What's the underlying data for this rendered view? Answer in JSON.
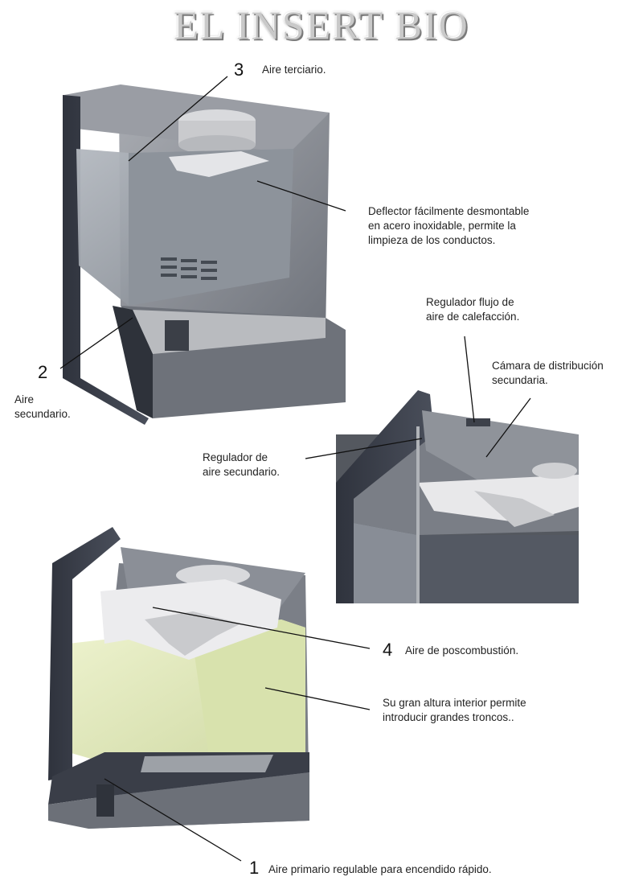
{
  "title": "EL INSERT BIO",
  "callouts": {
    "n3": "3",
    "aire_terciario": "Aire terciario.",
    "deflector_l1": "Deflector fácilmente desmontable",
    "deflector_l2": "en acero inoxidable, permite la",
    "deflector_l3": "limpieza de los conductos.",
    "regulador_flujo_l1": "Regulador flujo de",
    "regulador_flujo_l2": "aire de calefacción.",
    "camara_l1": "Cámara de distribución",
    "camara_l2": "secundaria.",
    "n2": "2",
    "aire_sec_l1": "Aire",
    "aire_sec_l2": "secundario.",
    "regulador_aire_l1": "Regulador de",
    "regulador_aire_l2": "aire secundario.",
    "n4": "4",
    "poscombustion": "Aire de poscombustión.",
    "altura_l1": "Su gran altura interior permite",
    "altura_l2": "introducir grandes troncos..",
    "n1": "1",
    "aire_primario": "Aire primario regulable para encendido rápido."
  },
  "colors": {
    "frame": "#3b3f4a",
    "steel": "#8c8f96",
    "glass": "#9aa0a8",
    "firebrick": "#dfe8b8",
    "deflector": "#e8e8ea"
  }
}
